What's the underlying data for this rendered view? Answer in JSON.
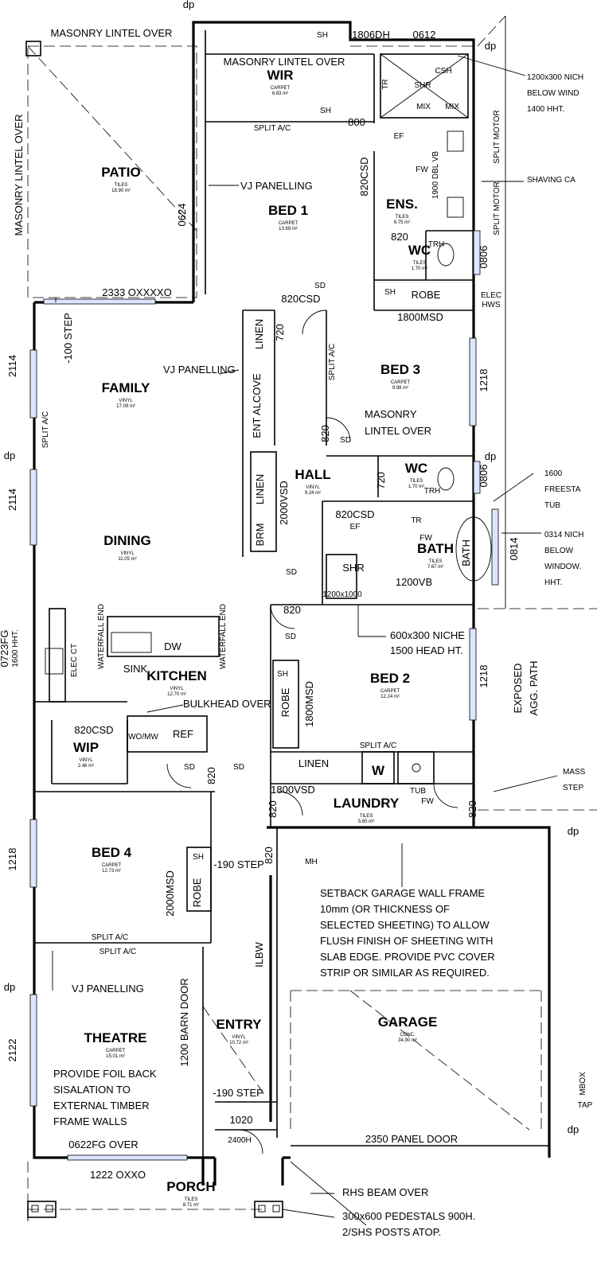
{
  "rooms": {
    "patio": {
      "name": "PATIO",
      "finish": "TILES",
      "area": "18.90 m²"
    },
    "wir": {
      "name": "WIR",
      "finish": "CARPET",
      "area": "6.83 m²"
    },
    "bed1": {
      "name": "BED 1",
      "finish": "CARPET",
      "area": "13.69 m²"
    },
    "ens": {
      "name": "ENS.",
      "finish": "TILES",
      "area": "6.75 m²"
    },
    "wc1": {
      "name": "WC",
      "finish": "TILES",
      "area": "1.70 m²"
    },
    "family": {
      "name": "FAMILY",
      "finish": "VINYL",
      "area": "17.09 m²"
    },
    "bed3": {
      "name": "BED 3",
      "finish": "CARPET",
      "area": "9.98 m²"
    },
    "hall": {
      "name": "HALL",
      "finish": "VINYL",
      "area": "9.24 m²"
    },
    "wc2": {
      "name": "WC",
      "finish": "TILES",
      "area": "1.70 m²"
    },
    "dining": {
      "name": "DINING",
      "finish": "VINYL",
      "area": "11.05 m²"
    },
    "bath": {
      "name": "BATH",
      "finish": "TILES",
      "area": "7.67 m²"
    },
    "kitchen": {
      "name": "KITCHEN",
      "finish": "VINYL",
      "area": "12.70 m²"
    },
    "bed2": {
      "name": "BED 2",
      "finish": "CARPET",
      "area": "12.24 m²"
    },
    "wip": {
      "name": "WIP",
      "finish": "VINYL",
      "area": "2.46 m²"
    },
    "laundry": {
      "name": "LAUNDRY",
      "finish": "TILES",
      "area": "5.65 m²"
    },
    "bed4": {
      "name": "BED 4",
      "finish": "CARPET",
      "area": "12.73 m²"
    },
    "theatre": {
      "name": "THEATRE",
      "finish": "CARPET",
      "area": "15.01 m²"
    },
    "entry": {
      "name": "ENTRY",
      "finish": "VINYL",
      "area": "10.72 m²"
    },
    "garage": {
      "name": "GARAGE",
      "finish": "CONC.",
      "area": "34.90 m²"
    },
    "porch": {
      "name": "PORCH",
      "finish": "TILES",
      "area": "8.71 m²"
    }
  },
  "labels": {
    "masonry_lintel_top": "MASONRY LINTEL OVER",
    "masonry_lintel_wir": "MASONRY LINTEL OVER",
    "masonry_lintel_side": "MASONRY LINTEL OVER",
    "masonry_bed3_1": "MASONRY",
    "masonry_bed3_2": "LINTEL OVER",
    "vj_bed1": "VJ PANELLING",
    "vj_family": "VJ PANELLING",
    "vj_theatre": "VJ PANELLING",
    "split_ac": "SPLIT A/C",
    "split_motor": "SPLIT MOTOR",
    "sh": "SH",
    "robe": "ROBE",
    "linen": "LINEN",
    "brm": "BRM",
    "ent_alcove": "ENT ALCOVE",
    "ilbw": "ILBW",
    "shr": "SHR",
    "csh": "CSH",
    "tr": "TR",
    "mix": "MIX",
    "ef": "EF",
    "fw": "FW",
    "trh": "TRH",
    "sd": "SD",
    "elec_hws_1": "ELEC",
    "elec_hws_2": "HWS",
    "dbl_vb": "1900 DBL VB",
    "vb": "1200VB",
    "shr_size": "1200x1000",
    "bath_tub": "BATH",
    "sink": "SINK",
    "dw": "DW",
    "elec_ct": "ELEC CT",
    "waterfall_end": "WATERFALL END",
    "bulkhead": "BULKHEAD OVER",
    "womw": "WO/MW",
    "ref": "REF",
    "w": "W",
    "tub": "TUB",
    "mh": "MH",
    "step_100": "-100 STEP",
    "step_190a": "-190 STEP",
    "step_190b": "-190 STEP",
    "exposed_path": "EXPOSED",
    "agg_path": "AGG. PATH",
    "barn_door": "1200 BARN DOOR",
    "height_2400": "2400H",
    "fg_hht": "1600 HHT.",
    "dp": "dp",
    "tap": "TAP",
    "mbox": "MBOX"
  },
  "dimensions": {
    "d1806dh": "1806DH",
    "d0612": "0612",
    "d800": "800",
    "d820csd_ens": "820CSD",
    "d0624": "0624",
    "d820_ens": "820",
    "d0806a": "0806",
    "d2333": "2333 OXXXXO",
    "d820csd_bed1": "820CSD",
    "d1800msd_a": "1800MSD",
    "d720a": "720",
    "d1218a": "1218",
    "d2114a": "2114",
    "d2114b": "2114",
    "d820_bed3": "820",
    "d0806b": "0806",
    "d720b": "720",
    "d2000vsd": "2000VSD",
    "d820csd_bath": "820CSD",
    "d0814": "0814",
    "d0723fg": "0723FG",
    "d820_bed2": "820",
    "d1218b": "1218",
    "d1800msd_b": "1800MSD",
    "d820csd_wip": "820CSD",
    "d820_wip": "820",
    "d1800vsd": "1800VSD",
    "d820_laundry_a": "820",
    "d820_laundry_b": "820",
    "d820_garage": "820",
    "d1218c": "1218",
    "d2000msd": "2000MSD",
    "d2122": "2122",
    "d1020": "1020",
    "d0622fg": "0622FG OVER",
    "d1222": "1222 OXXO",
    "d2350": "2350 PANEL DOOR"
  },
  "notes": {
    "niche_1200_1": "1200x300 NICH",
    "niche_1200_2": "BELOW WIND",
    "niche_1200_3": "1400 HHT.",
    "shaving": "SHAVING CA",
    "tub_1": "1600",
    "tub_2": "FREESTA",
    "tub_3": "TUB",
    "niche_0314_1": "0314 NICH",
    "niche_0314_2": "BELOW",
    "niche_0314_3": "WINDOW.",
    "niche_0314_4": "HHT.",
    "niche_600_1": "600x300 NICHE",
    "niche_600_2": "1500 HEAD HT.",
    "mass_1": "MASS",
    "mass_2": "STEP",
    "setback_1": "SETBACK GARAGE WALL FRAME",
    "setback_2": "10mm (OR THICKNESS OF",
    "setback_3": "SELECTED SHEETING) TO ALLOW",
    "setback_4": "FLUSH FINISH OF SHEETING WITH",
    "setback_5": "SLAB EDGE. PROVIDE PVC COVER",
    "setback_6": "STRIP OR SIMILAR AS REQUIRED.",
    "foil_1": "PROVIDE FOIL BACK",
    "foil_2": "SISALATION TO",
    "foil_3": "EXTERNAL TIMBER",
    "foil_4": "FRAME WALLS",
    "rhs_beam": "RHS BEAM OVER",
    "pedestals_1": "300x600 PEDESTALS 900H.",
    "pedestals_2": "2/SHS POSTS ATOP."
  }
}
